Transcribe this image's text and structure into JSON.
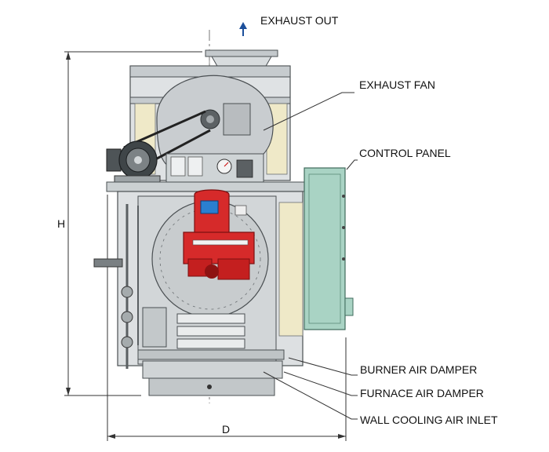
{
  "diagram": {
    "labels": {
      "exhaust_out": "EXHAUST OUT",
      "exhaust_fan": "EXHAUST FAN",
      "control_panel": "CONTROL PANEL",
      "burner_air_damper": "BURNER AIR DAMPER",
      "furnace_air_damper": "FURNACE AIR DAMPER",
      "wall_cooling_air_inlet": "WALL COOLING AIR INLET"
    },
    "dimensions": {
      "height": "H",
      "depth": "D"
    },
    "colors": {
      "frame": "#cfd4d6",
      "frame_dark": "#9aa0a3",
      "outline": "#4a4f52",
      "control_panel": "#a9d3c4",
      "burner": "#d62a2a",
      "burner_dark": "#8e1212",
      "display": "#2a7fd0",
      "arrow": "#1b4f9b"
    }
  }
}
